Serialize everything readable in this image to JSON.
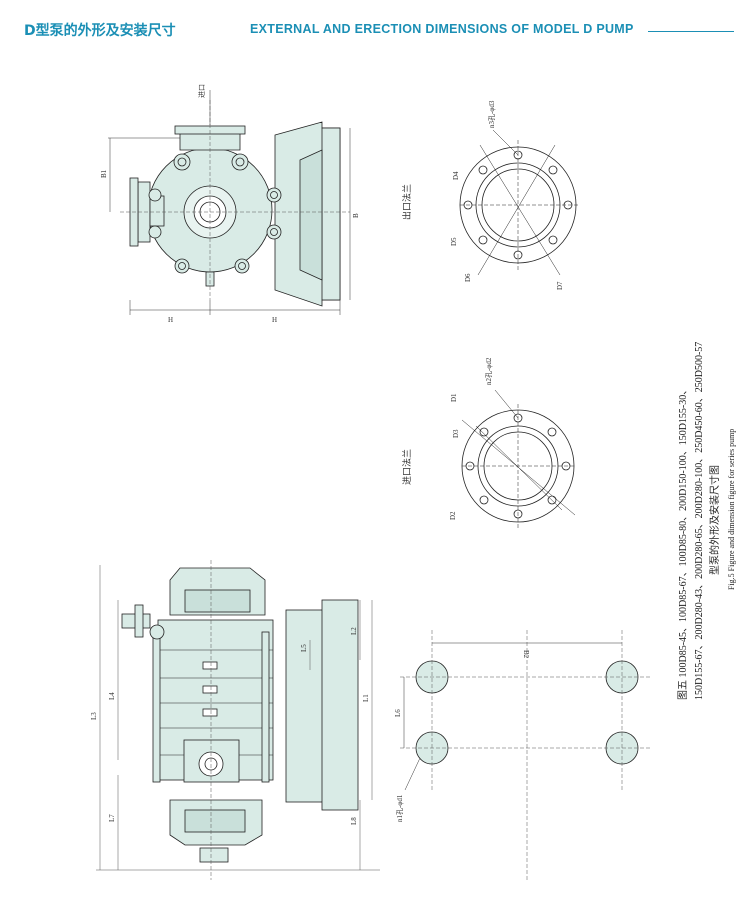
{
  "header": {
    "title_cn": "D型泵的外形及安装尺寸",
    "title_en": "EXTERNAL AND ERECTION DIMENSIONS OF MODEL D PUMP"
  },
  "labels": {
    "inlet_top": "进口",
    "B1": "B1",
    "B": "B",
    "H_small": "H",
    "H": "H",
    "outlet_flange": "出口法兰",
    "inlet_flange": "进口法兰",
    "n3_d3": "n3孔-φd3",
    "n2_d2": "n2孔-φd2",
    "n1_d1": "n1孔-φd1",
    "D4": "D4",
    "D5": "D5",
    "D6": "D6",
    "D7": "D7",
    "D1": "D1",
    "D3": "D3",
    "D2": "D2",
    "L1": "L1",
    "L2": "L2",
    "L3": "L3",
    "L4": "L4",
    "L5": "L5",
    "L6": "L6",
    "L7": "L7",
    "L8": "L8",
    "B2": "B2"
  },
  "caption": {
    "line1": "图五 100D85-45、100D85-67、100D85-80、200D150-100、150D155-30、",
    "line2": "150D155-67、200D280-43、200D280-65、200D280-100、250D450-60、250D500-57",
    "line3": "型泵的外形及安装尺寸图",
    "line4": "Fig.5 Figure and dimension figure for series pump"
  },
  "colors": {
    "accent": "#1b8fb5",
    "pump_fill": "#d9ebe6",
    "line": "#222222"
  }
}
